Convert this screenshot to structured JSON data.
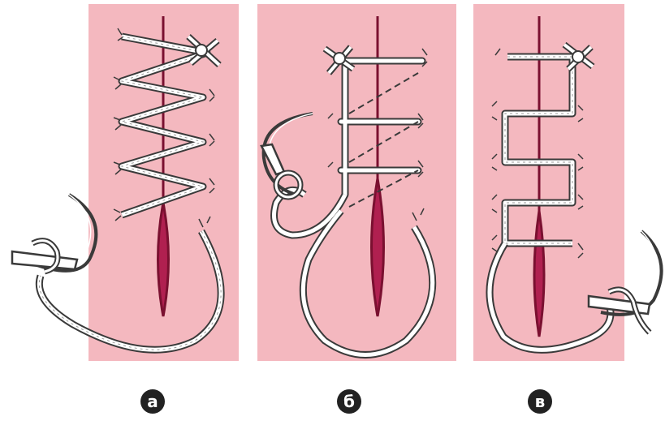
{
  "panels": [
    {
      "id": "a",
      "label": "а"
    },
    {
      "id": "b",
      "label": "б"
    },
    {
      "id": "c",
      "label": "в"
    }
  ],
  "colors": {
    "panel": "#f4b8bf",
    "wound": "#7a1030",
    "wound_inner": "#b02050",
    "thread": "#ffffff",
    "thread_outline": "#3a3a3a",
    "label_fill": "#222222",
    "label_text": "#ffffff"
  },
  "icons": {
    "needle": "curved-needle-icon",
    "knot": "knot-icon"
  }
}
